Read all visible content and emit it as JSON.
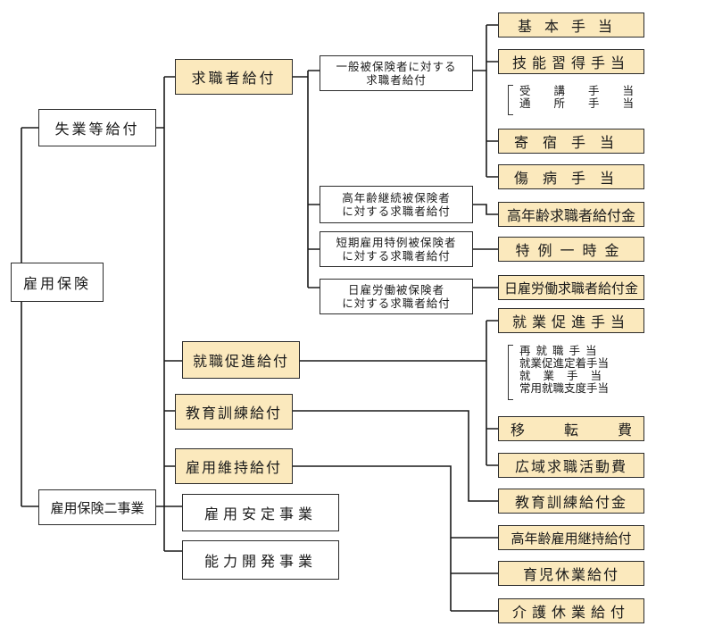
{
  "root": "雇用保険",
  "level1": {
    "unemployment": "失業等給付",
    "two_projects": "雇用保険二事業"
  },
  "level2": {
    "job_seeker": "求職者給付",
    "employment_promotion": "就職促進給付",
    "education_training": "教育訓練給付",
    "employment_continuation": "雇用維持給付",
    "employment_stability": "雇用安定事業",
    "skill_development": "能力開発事業"
  },
  "level3": {
    "general": [
      "一般被保険者に対する",
      "求職者給付"
    ],
    "elderly": [
      "高年齢継続被保険者",
      "に対する求職者給付"
    ],
    "short_term": [
      "短期雇用特例被保険者",
      "に対する求職者給付"
    ],
    "daily": [
      "日雇労働被保険者",
      "に対する求職者給付"
    ]
  },
  "leaves": {
    "basic_allowance": "基本手当",
    "skill_learning": "技能習得手当",
    "attendance_allowance": "受講手当",
    "commuting_allowance": "通所手当",
    "boarding_allowance": "寄宿手当",
    "sickness_allowance": "傷病手当",
    "elderly_lump_sum": "高年齢求職者給付金",
    "special_lump_sum": "特例一時金",
    "daily_benefit": "日雇労働求職者給付金",
    "employment_promotion_allowance": "就業促進手当",
    "reemployment_allowance": "再就職手当",
    "settling_allowance": "就業促進定着手当",
    "employment_allowance": "就業手当",
    "disabled_support": "常用就職支度手当",
    "relocation_expenses": "移転費",
    "wide_area_expenses": "広域求職活動費",
    "education_benefit": "教育訓練給付金",
    "elderly_continuation": "高年齢雇用継持給付",
    "childcare_leave": "育児休業給付",
    "nursing_care_leave": "介護休業給付"
  }
}
